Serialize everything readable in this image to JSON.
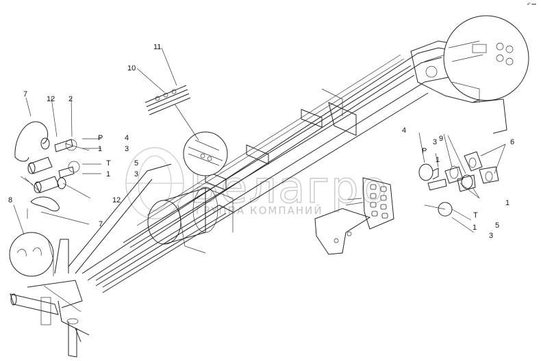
{
  "corner_mark": "▪⁰ ▪▪▪",
  "watermark": {
    "brand": "Белагро",
    "subtitle": "ГРУППА КОМПАНИЙ"
  },
  "callouts": {
    "n1_right_a": "1",
    "n1_right_b": "1",
    "n1_left_a": "1",
    "n1_left_b": "1",
    "n1_right_c": "1",
    "n2": "2",
    "n3_left_a": "3",
    "n3_left_b": "3",
    "n3_right_a": "3",
    "n3_right_b": "3",
    "n4_left": "4",
    "n4_right": "4",
    "n5_left": "5",
    "n5_right": "5",
    "n6": "6",
    "n7_top": "7",
    "n7_bottom": "7",
    "n8": "8",
    "n9": "9",
    "n10": "10",
    "n11": "11",
    "n12_top": "12",
    "n12_bottom": "12",
    "p_left": "P",
    "p_right": "P",
    "t_left": "T",
    "t_right": "T"
  }
}
